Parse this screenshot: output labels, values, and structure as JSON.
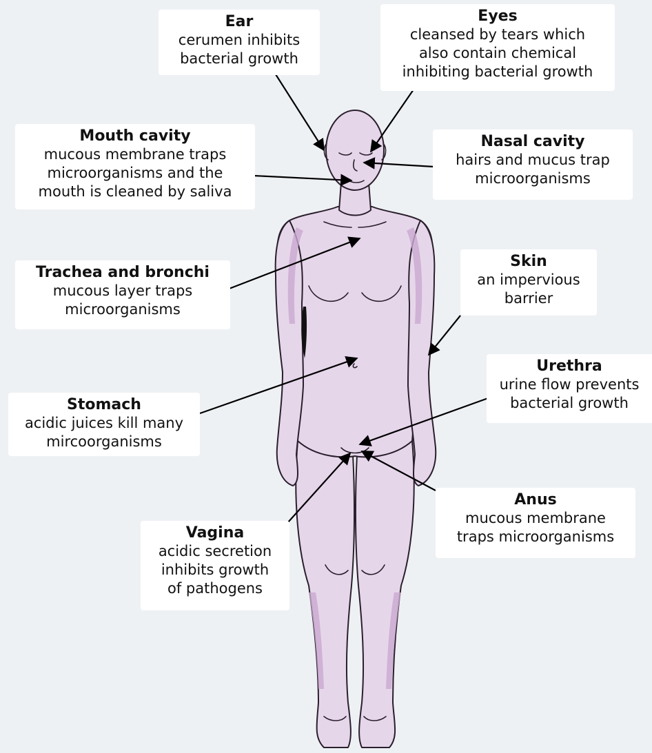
{
  "colors": {
    "background": "#eef1f4",
    "skin": "#e6d6ea",
    "skin_shadow": "#c9a9cf",
    "outline": "#2a1f2c",
    "label_bg": "#ffffff",
    "arrow": "#000000"
  },
  "labels": {
    "ear": {
      "title": "Ear",
      "desc": "cerumen inhibits\nbacterial growth"
    },
    "eyes": {
      "title": "Eyes",
      "desc": "cleansed by tears which\nalso contain chemical\ninhibiting bacterial growth"
    },
    "mouth": {
      "title": "Mouth cavity",
      "desc": "mucous membrane traps\nmicroorganisms and the\nmouth is cleaned by saliva"
    },
    "nasal": {
      "title": "Nasal cavity",
      "desc": "hairs and mucus trap\nmicroorganisms"
    },
    "trachea": {
      "title": "Trachea and bronchi",
      "desc": "mucous layer traps\nmicroorganisms"
    },
    "skin": {
      "title": "Skin",
      "desc": "an impervious\nbarrier"
    },
    "urethra": {
      "title": "Urethra",
      "desc": "urine flow prevents\nbacterial growth"
    },
    "stomach": {
      "title": "Stomach",
      "desc": "acidic juices kill many\nmircoorganisms"
    },
    "anus": {
      "title": "Anus",
      "desc": "mucous membrane\ntraps microorganisms"
    },
    "vagina": {
      "title": "Vagina",
      "desc": "acidic secretion\ninhibits growth\nof pathogens"
    }
  }
}
